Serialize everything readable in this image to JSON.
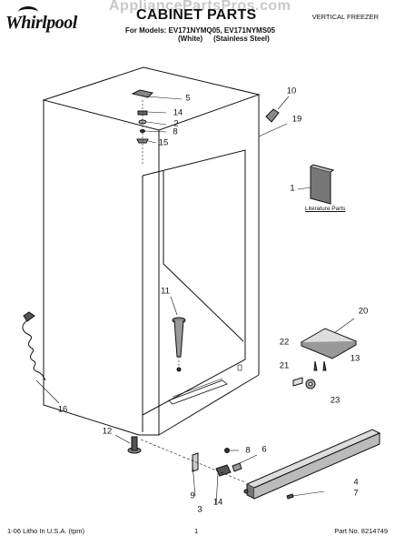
{
  "brand": "Whirlpool",
  "watermark": "AppliancePartsPros.com",
  "header": {
    "title": "CABINET PARTS",
    "category": "VERTICAL FREEZER",
    "models": "For Models: EV171NYMQ05, EV171NYMS05",
    "variant_white": "(White)",
    "variant_stainless": "(Stainless Steel)"
  },
  "callouts": [
    "5",
    "14",
    "2",
    "8",
    "15",
    "10",
    "19",
    "1",
    "11",
    "20",
    "22",
    "13",
    "21",
    "23",
    "16",
    "12",
    "8",
    "6",
    "4",
    "7",
    "9",
    "3",
    "14"
  ],
  "literature_label": "Literature Parts",
  "footer": {
    "litho": "1-06 Litho In U.S.A. (tpm)",
    "page": "1",
    "part_no": "Part No. 8214749"
  }
}
